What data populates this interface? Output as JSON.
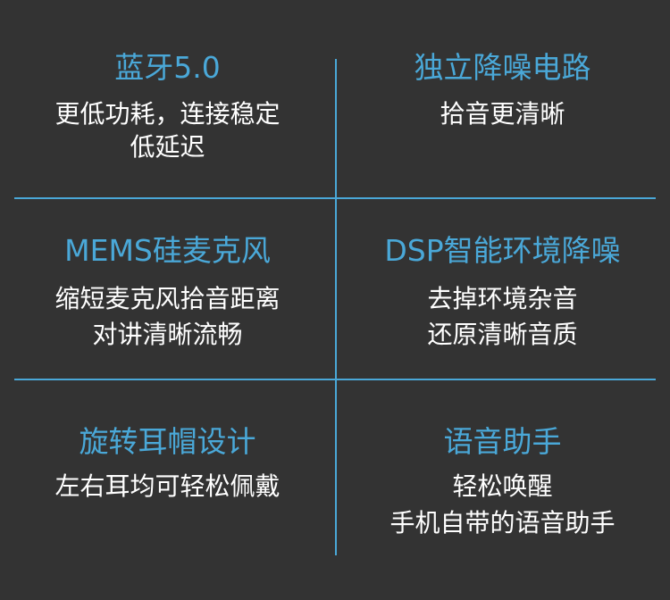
{
  "features": [
    {
      "title": "蓝牙5.0",
      "lines": [
        "更低功耗，连接稳定",
        "低延迟"
      ]
    },
    {
      "title": "独立降噪电路",
      "lines": [
        "拾音更清晰"
      ]
    },
    {
      "title": "MEMS硅麦克风",
      "lines": [
        "缩短麦克风拾音距离",
        "对讲清晰流畅"
      ]
    },
    {
      "title": "DSP智能环境降噪",
      "lines": [
        "去掉环境杂音",
        "还原清晰音质"
      ]
    },
    {
      "title": "旋转耳帽设计",
      "lines": [
        "左右耳均可轻松佩戴"
      ]
    },
    {
      "title": "语音助手",
      "lines": [
        "轻松唤醒",
        "手机自带的语音助手"
      ]
    }
  ],
  "colors": {
    "background": "#333333",
    "accent": "#4aa8d8",
    "text": "#ffffff"
  }
}
